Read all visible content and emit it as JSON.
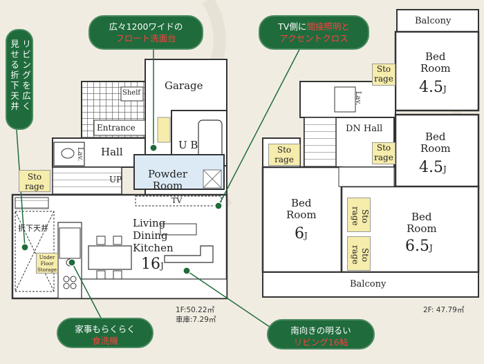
{
  "floor1": {
    "garage": "Garage",
    "shelf": "Shelf",
    "entrance": "Entrance",
    "lav": "Lav.",
    "hall": "Hall",
    "ub": "U B",
    "powder_line1": "Powder",
    "powder_line2": "Room",
    "storage_line1": "Sto",
    "storage_line2": "rage",
    "up": "UP",
    "tv": "TV",
    "oriage": "折下天井",
    "underfloor_line1": "Under",
    "underfloor_line2": "Floor",
    "underfloor_line3": "Storage",
    "ldk_line1": "Living",
    "ldk_line2": "Dining",
    "ldk_line3": "Kitchen",
    "ldk_size": "16",
    "ldk_unit": "J",
    "area1": "1F:50.22㎡",
    "area2": "車庫:7.29㎡"
  },
  "floor2": {
    "balcony_top": "Balcony",
    "balcony_bottom": "Balcony",
    "bed1_line1": "Bed",
    "bed1_line2": "Room",
    "bed1_size": "4.5",
    "bed2_line1": "Bed",
    "bed2_line2": "Room",
    "bed2_size": "4.5",
    "bed3_line1": "Bed",
    "bed3_line2": "Room",
    "bed3_size": "6",
    "bed4_line1": "Bed",
    "bed4_line2": "Room",
    "bed4_size": "6.5",
    "unit": "J",
    "sto_line1": "Sto",
    "sto_line2": "rage",
    "lav": "Lav.",
    "dn_hall": "DN Hall",
    "area": "2F: 47.79㎡"
  },
  "callouts": {
    "sink_line1": "広々1200ワイドの",
    "sink_line2": "フロート洗面台",
    "tv_line1_a": "TV側に",
    "tv_line1_b": "間接照明と",
    "tv_line2": "アクセントクロス",
    "ceiling_col1": "リビングを広く",
    "ceiling_col2": "見せる",
    "ceiling_col2_red": "折下天井",
    "dishwasher_line1": "家事もらくらく",
    "dishwasher_line2": "食洗機",
    "living_line1": "南向きの明るい",
    "living_line2": "リビング16帖"
  },
  "colors": {
    "bubble_green": "#1f6b3c",
    "highlight_red": "#ff4040",
    "storage_yellow": "#f6ecab",
    "powder_blue": "#dceaf6"
  }
}
